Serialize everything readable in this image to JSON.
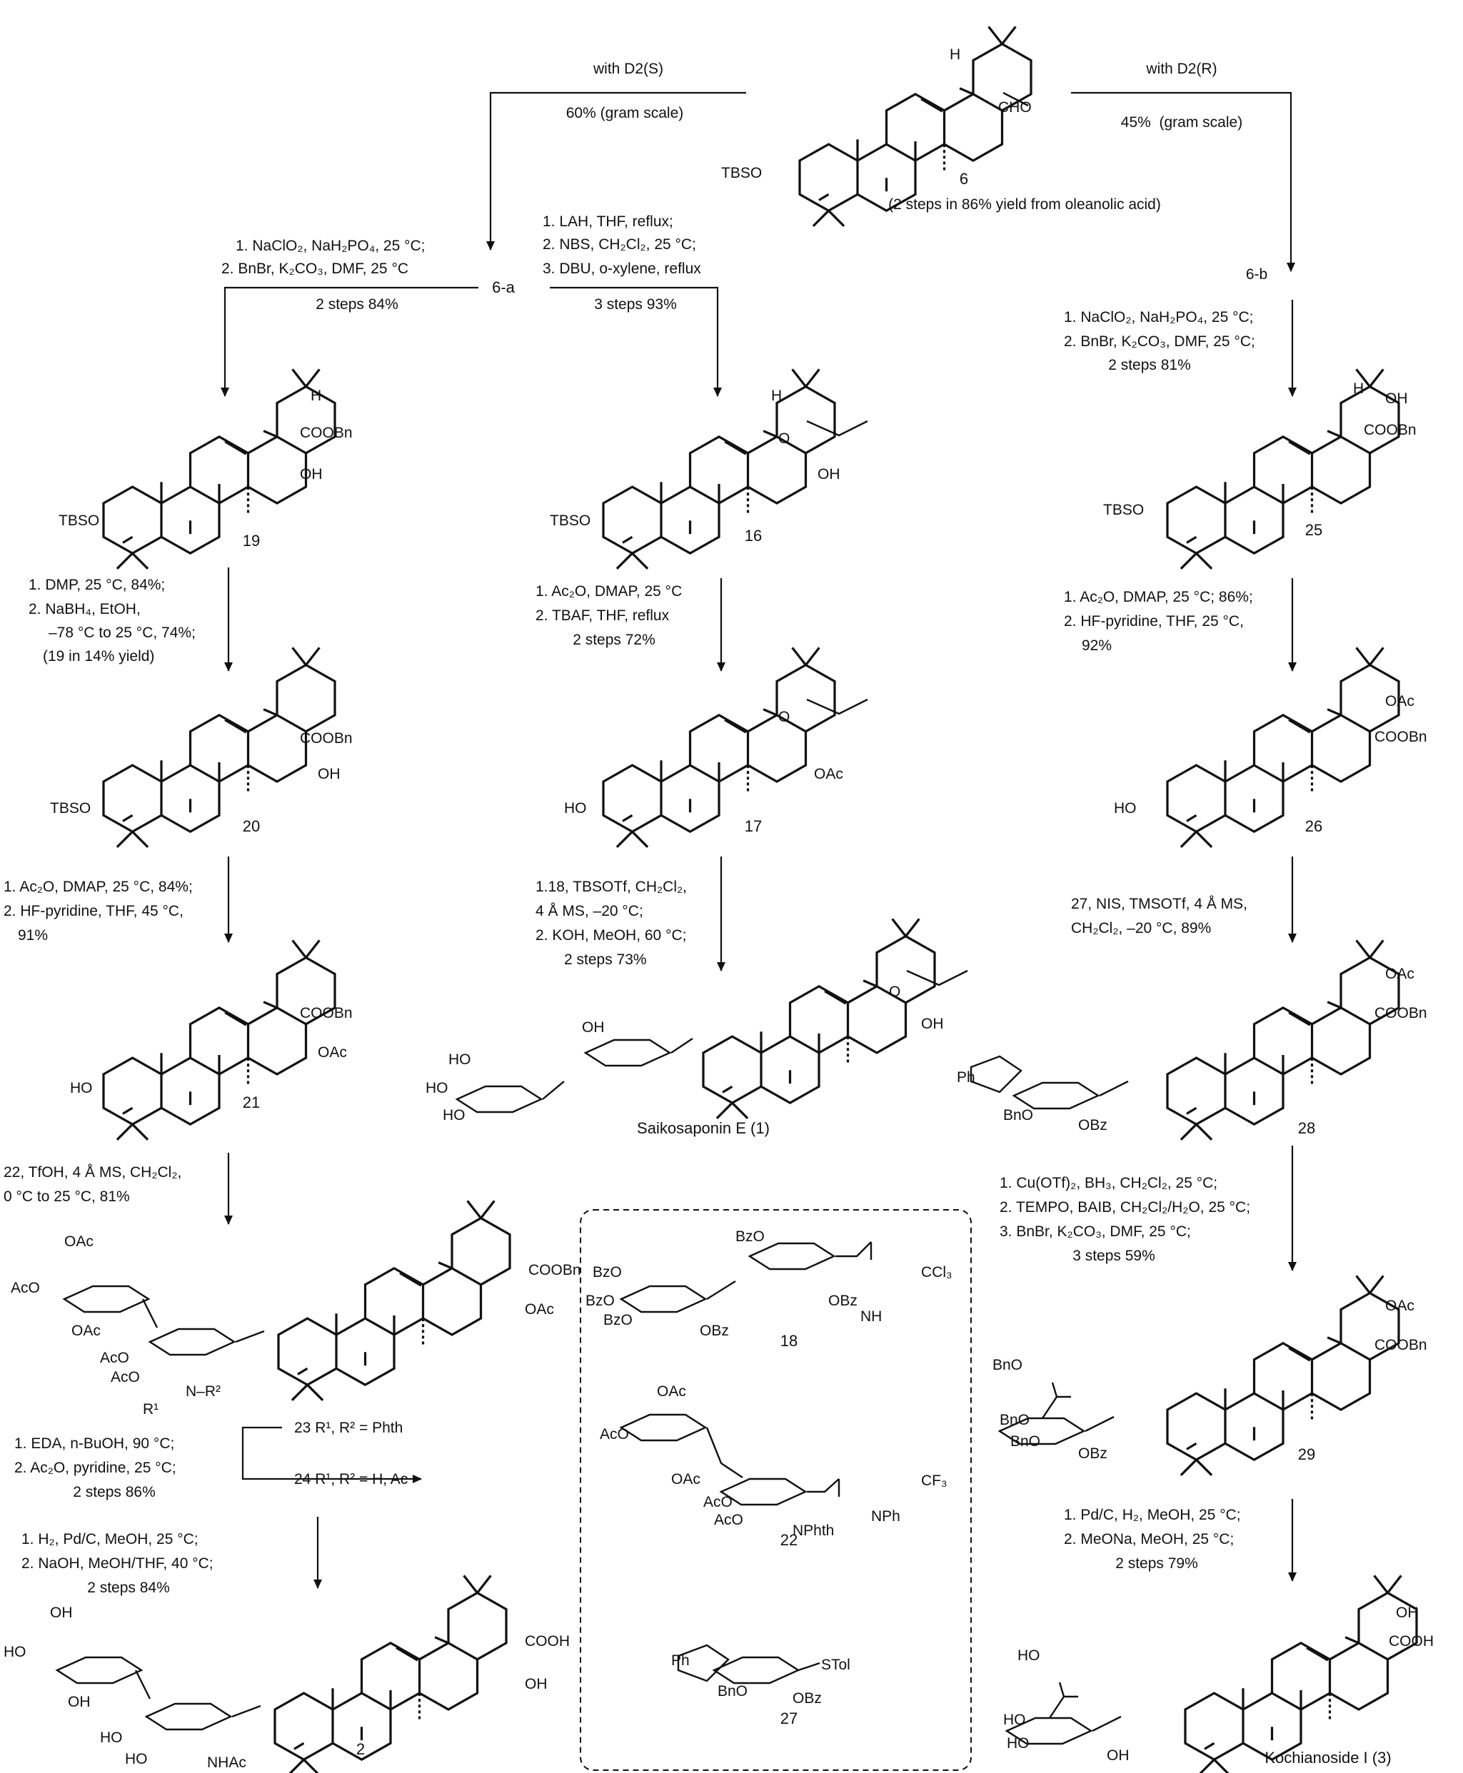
{
  "reactions": {
    "top_left_1": "with D2(S)",
    "top_left_2": "60% (gram scale)",
    "top_right_1": "with D2(R)",
    "top_right_2": "45%  (gram scale)",
    "cmp6_note": "(2 steps in 86% yield from oleanolic acid)",
    "a1": "1. NaClO₂, NaH₂PO₄, 25 °C;",
    "a2": "2. BnBr, K₂CO₃, DMF, 25 °C",
    "a3": "2 steps 84%",
    "b1": "1. LAH, THF, reflux;",
    "b2": "2. NBS, CH₂Cl₂, 25 °C;",
    "b3": "3. DBU, o-xylene, reflux",
    "b4": "3 steps 93%",
    "c1": "1. NaClO₂, NaH₂PO₄, 25 °C;",
    "c2": "2. BnBr, K₂CO₃, DMF, 25 °C;",
    "c3": "2 steps 81%",
    "d1": "1. DMP, 25 °C, 84%;",
    "d2": "2. NaBH₄, EtOH,",
    "d3": "–78 °C to 25 °C, 74%;",
    "d4": "(19 in 14% yield)",
    "e1": "1. Ac₂O, DMAP, 25 °C",
    "e2": "2. TBAF, THF, reflux",
    "e3": "2 steps 72%",
    "f1": "1. Ac₂O, DMAP, 25 °C; 86%;",
    "f2": "2. HF-pyridine, THF, 25 °C,",
    "f3": "92%",
    "g1": "1. Ac₂O, DMAP, 25 °C, 84%;",
    "g2": "2. HF-pyridine, THF, 45 °C,",
    "g3": "91%",
    "h1": "1.18, TBSOTf, CH₂Cl₂,",
    "h2": "4 Å MS, –20 °C;",
    "h3": "2. KOH, MeOH, 60 °C;",
    "h4": "2 steps 73%",
    "i1": "27, NIS, TMSOTf, 4 Å MS,",
    "i2": "CH₂Cl₂, –20 °C, 89%",
    "j1": "22, TfOH, 4 Å MS, CH₂Cl₂,",
    "j2": "0 °C to 25 °C, 81%",
    "k1": "1. Cu(OTf)₂, BH₃, CH₂Cl₂, 25 °C;",
    "k2": "2. TEMPO, BAIB, CH₂Cl₂/H₂O, 25 °C;",
    "k3": "3. BnBr, K₂CO₃, DMF, 25 °C;",
    "k4": "3 steps 59%",
    "l1": "1. EDA, n-BuOH, 90 °C;",
    "l2": "2. Ac₂O, pyridine, 25 °C;",
    "l3": "2 steps 86%",
    "l4": "23 R¹, R² = Phth",
    "l5": "24 R¹, R² = H, Ac",
    "m1": "1. H₂, Pd/C, MeOH, 25 °C;",
    "m2": "2. NaOH, MeOH/THF, 40 °C;",
    "m3": "2 steps 84%",
    "n1": "1. Pd/C, H₂, MeOH, 25 °C;",
    "n2": "2. MeONa, MeOH, 25 °C;",
    "n3": "2 steps 79%"
  },
  "compounds": {
    "c6": "6",
    "c6a": "6-a",
    "c6b": "6-b",
    "c19": "19",
    "c16": "16",
    "c25": "25",
    "c20": "20",
    "c17": "17",
    "c26": "26",
    "c21": "21",
    "c1": "Saikosaponin E (1)",
    "c28": "28",
    "c29": "29",
    "c2": "2",
    "c3": "Kochianoside I (3)",
    "c18": "18",
    "c22": "22",
    "c27": "27"
  },
  "atoms": {
    "tbso": "TBSO",
    "ho": "HO",
    "oh": "OH",
    "cho": "CHO",
    "coobn": "COOBn",
    "cooh": "COOH",
    "oac": "OAc",
    "aco": "AcO",
    "h": "H",
    "o": "O",
    "ph": "Ph",
    "bno": "BnO",
    "obz": "OBz",
    "bzo": "BzO",
    "stol": "STol",
    "nhac": "NHAc",
    "nphth": "NPhth",
    "nph": "NPh",
    "nh": "NH",
    "ccl3": "CCl₃",
    "cf3": "CF₃",
    "r1n": "R¹",
    "nr2": "N–R²"
  }
}
